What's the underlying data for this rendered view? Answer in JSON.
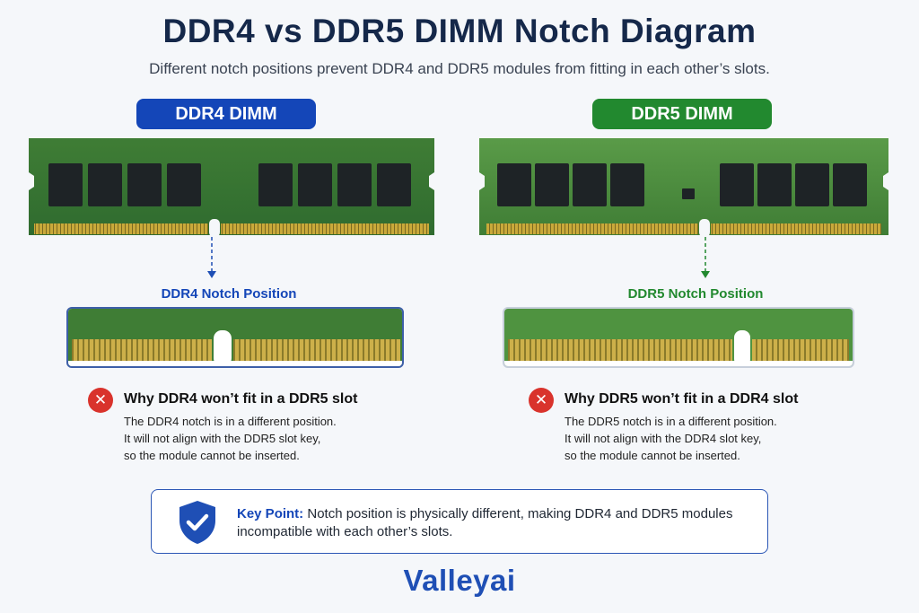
{
  "header": {
    "title": "DDR4 vs DDR5 DIMM Notch Diagram",
    "subtitle": "Different notch positions prevent DDR4 and DDR5 modules from fitting in each other’s slots."
  },
  "ddr4": {
    "badge": "DDR4 DIMM",
    "notch_label": "DDR4 Notch Position",
    "heading": "Why DDR4 won’t fit in a DDR5 slot",
    "lines": [
      "The DDR4 notch is in a different position.",
      "It will not align with the DDR5 slot key,",
      "so the module cannot be inserted."
    ],
    "badge_color": "#1446b8"
  },
  "ddr5": {
    "badge": "DDR5 DIMM",
    "notch_label": "DDR5 Notch Position",
    "heading": "Why DDR5 won’t fit in a DDR4 slot",
    "lines": [
      "The DDR5 notch is in a different position.",
      "It will not align with the DDR4 slot key,",
      "so the module cannot be inserted."
    ],
    "badge_color": "#22892f"
  },
  "key_point": {
    "label": "Key Point:",
    "text": "Notch position is physically different, making DDR4 and DDR5 modules incompatible with each other’s slots.",
    "icon": "shield-check-icon"
  },
  "brand": "Valleyai",
  "colors": {
    "pcb_dark": "#2f6b2f",
    "pcb_light": "#4c8f3c",
    "gold": "#c9a93a",
    "chip": "#1e2326",
    "error": "#d9332c"
  }
}
